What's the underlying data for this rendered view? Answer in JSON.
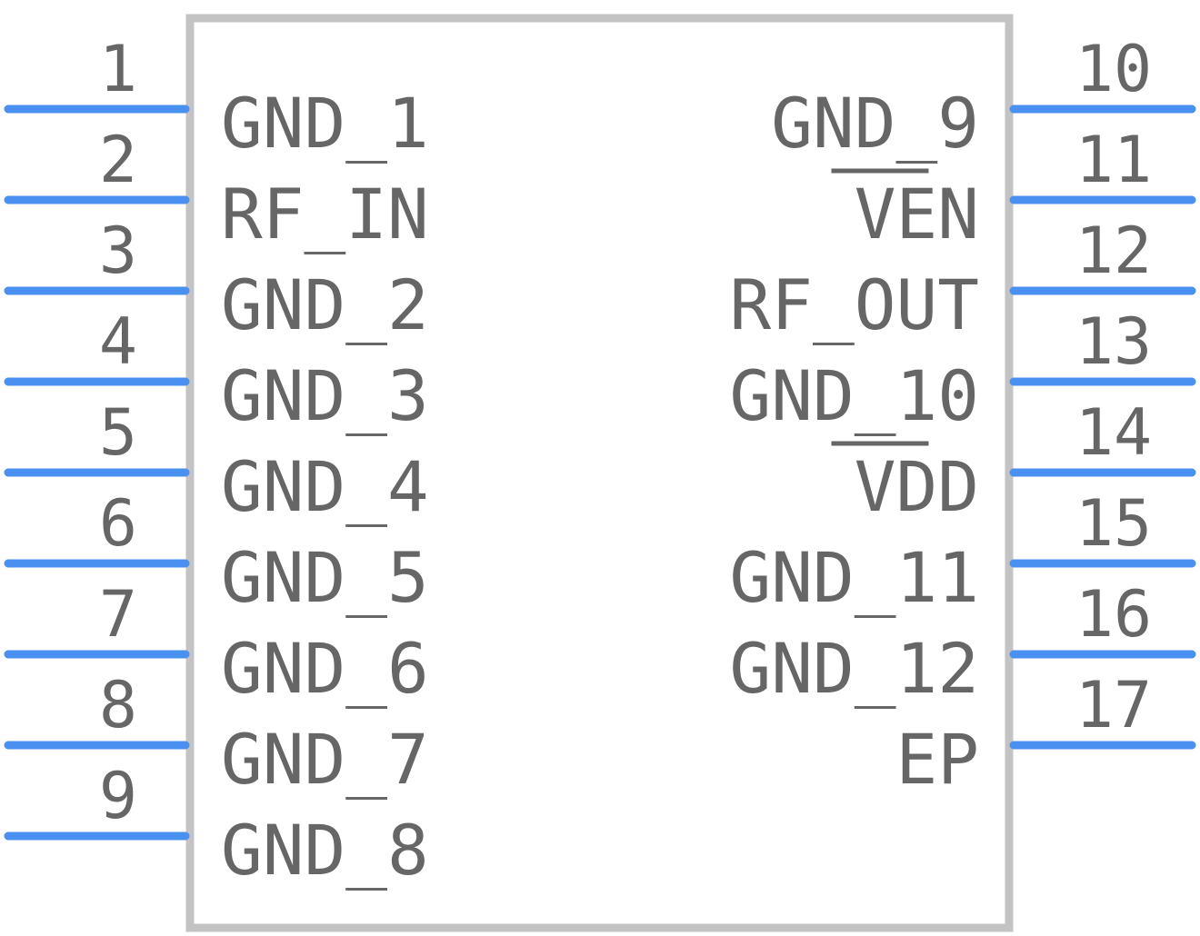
{
  "colors": {
    "pin_line": "#4a90f0",
    "body_outline": "#c3c3c3",
    "text": "#666666",
    "background": "#ffffff"
  },
  "left_pins": [
    {
      "number": "1",
      "name": "GND_1"
    },
    {
      "number": "2",
      "name": "RF_IN"
    },
    {
      "number": "3",
      "name": "GND_2"
    },
    {
      "number": "4",
      "name": "GND_3"
    },
    {
      "number": "5",
      "name": "GND_4"
    },
    {
      "number": "6",
      "name": "GND_5"
    },
    {
      "number": "7",
      "name": "GND_6"
    },
    {
      "number": "8",
      "name": "GND_7"
    },
    {
      "number": "9",
      "name": "GND_8"
    }
  ],
  "right_pins": [
    {
      "number": "10",
      "name": "GND_9",
      "active_low": false
    },
    {
      "number": "11",
      "name": "VEN",
      "active_low": true
    },
    {
      "number": "12",
      "name": "RF_OUT",
      "active_low": false
    },
    {
      "number": "13",
      "name": "GND_10",
      "active_low": false
    },
    {
      "number": "14",
      "name": "VDD",
      "active_low": true
    },
    {
      "number": "15",
      "name": "GND_11",
      "active_low": false
    },
    {
      "number": "16",
      "name": "GND_12",
      "active_low": false
    },
    {
      "number": "17",
      "name": "EP",
      "active_low": false
    }
  ]
}
